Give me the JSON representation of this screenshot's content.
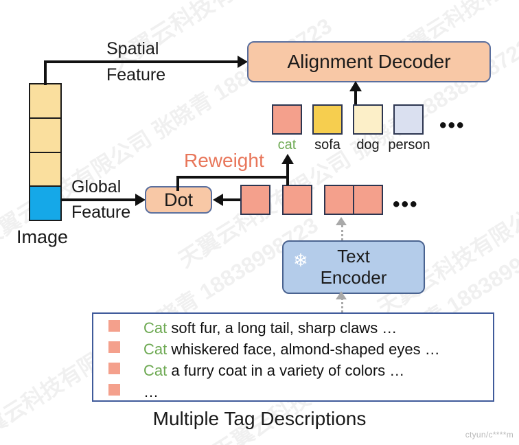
{
  "figure": {
    "image_label": "Image",
    "caption": "Multiple Tag Descriptions",
    "watermark_corner": "ctyun/c****m",
    "watermark_text": "天翼云科技有限公司 张晓青 18838998723"
  },
  "colors": {
    "salmon": "#F4A08C",
    "peach": "#F8C8A6",
    "yellow": "#FADF9E",
    "blue": "#15A8E8",
    "encoder_blue": "#B4CCEA",
    "reweight_orange": "#E8765A",
    "keyword_green": "#6DA952",
    "border_navy": "#2c3550",
    "border_slate": "#5a6f9e"
  },
  "image_column": {
    "cells": [
      {
        "color": "#FADF9E"
      },
      {
        "color": "#FADF9E"
      },
      {
        "color": "#FADF9E"
      },
      {
        "color": "#15A8E8"
      }
    ]
  },
  "edges": {
    "spatial_feature": {
      "line1": "Spatial",
      "line2": "Feature"
    },
    "global_feature": {
      "line1": "Global",
      "line2": "Feature"
    },
    "reweight": "Reweight"
  },
  "blocks": {
    "alignment_decoder": "Alignment Decoder",
    "dot": "Dot",
    "text_encoder": {
      "line1": "Text",
      "line2": "Encoder",
      "icon": "snowflake-icon",
      "glyph": "❄"
    }
  },
  "class_scores": {
    "items": [
      {
        "label": "cat",
        "color": "#F4A08C",
        "label_color": "#6DA952"
      },
      {
        "label": "sofa",
        "color": "#F6CE4F",
        "label_color": "#1a1a1a"
      },
      {
        "label": "dog",
        "color": "#FCEFC8",
        "label_color": "#1a1a1a"
      },
      {
        "label": "person",
        "color": "#DAE0F0",
        "label_color": "#1a1a1a"
      }
    ],
    "ellipsis": "•••"
  },
  "text_embeddings": {
    "count": 4,
    "color": "#F4A08C",
    "ellipsis": "•••"
  },
  "tag_descriptions": {
    "rows": [
      {
        "keyword": "Cat",
        "text": "soft fur, a long tail, sharp claws …"
      },
      {
        "keyword": "Cat",
        "text": "whiskered face, almond-shaped eyes …"
      },
      {
        "keyword": "Cat",
        "text": "a furry coat in a variety of colors …"
      },
      {
        "keyword": "",
        "text": "…"
      }
    ]
  }
}
